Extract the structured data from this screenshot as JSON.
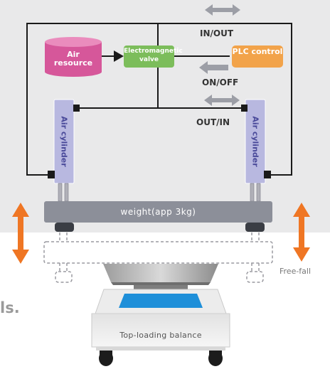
{
  "labels": {
    "air_resource": "Air resource",
    "electromagnetic_valve": "Electromagnetic valve",
    "plc_control": "PLC control",
    "in_out": "IN/OUT",
    "on_off": "ON/OFF",
    "out_in": "OUT/IN",
    "air_cylinder": "Air cylinder",
    "weight": "weight(app 3kg)",
    "free_fall": "Free-fall",
    "balance": "Top-loading balance",
    "cut_text": "ls."
  },
  "colors": {
    "background_upper": "#e9e9ea",
    "wire": "#1a1a1a",
    "air_resource": "#d6579a",
    "valve": "#7cbd5b",
    "plc": "#f2a34a",
    "cylinder_fill": "#b8b8e0",
    "cylinder_text": "#4a4a9a",
    "weight_bar": "#8c8f99",
    "arrow_grey": "#9c9ea6",
    "arrow_orange": "#ef7624",
    "balance_display": "#1e8fd9",
    "text_dark": "#333333",
    "text_grey": "#888888"
  }
}
